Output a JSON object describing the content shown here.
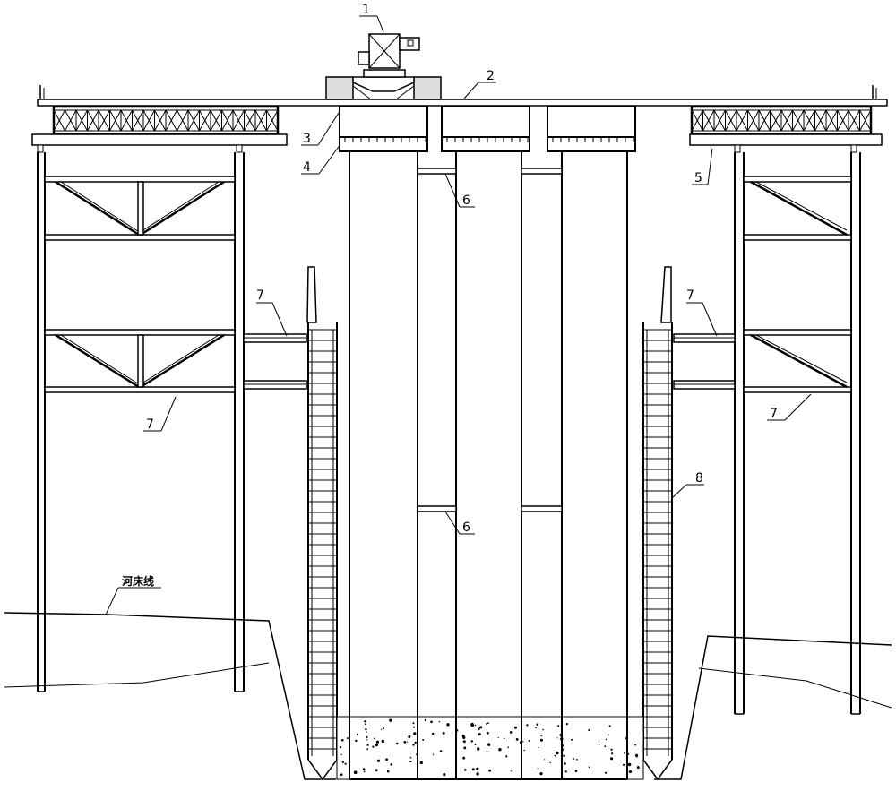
{
  "labels": {
    "l1": "1",
    "l2": "2",
    "l3": "3",
    "l4": "4",
    "l5": "5",
    "l6a": "6",
    "l6b": "6",
    "l7a": "7",
    "l7b": "7",
    "l7c": "7",
    "l7d": "7",
    "l8": "8",
    "riverbed": "河床线"
  }
}
